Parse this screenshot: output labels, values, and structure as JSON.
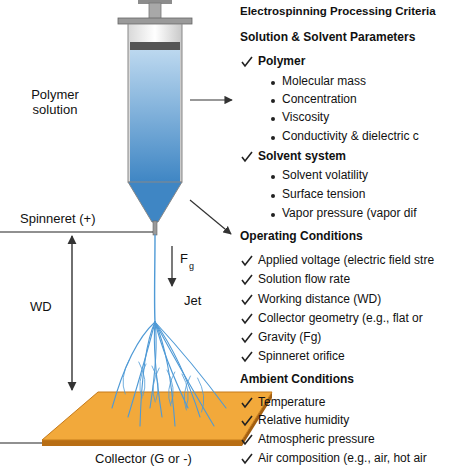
{
  "diagram": {
    "title": "Electrospinning Processing Criteria",
    "labels": [
      "Polymer solution",
      "Spinneret (+)",
      "WD",
      "F",
      "g",
      "Jet",
      "Collector (G or -)",
      "Solution & Solvent Parameters",
      "Polymer",
      "Molecular mass",
      "Concentration",
      "Viscosity",
      "Conductivity & dielectric c",
      "Solvent system",
      "Solvent volatility",
      "Surface tension",
      "Vapor pressure (vapor dif",
      "Operating Conditions",
      "Applied voltage (electric field stre",
      "Solution flow rate",
      "Working distance (WD)",
      "Collector geometry (e.g., flat or",
      "Gravity (Fg)",
      "Spinneret orifice",
      "Ambient Conditions",
      "Temperature",
      "Relative humidity",
      "Atmospheric pressure",
      "Air composition (e.g., air, hot air"
    ]
  }
}
